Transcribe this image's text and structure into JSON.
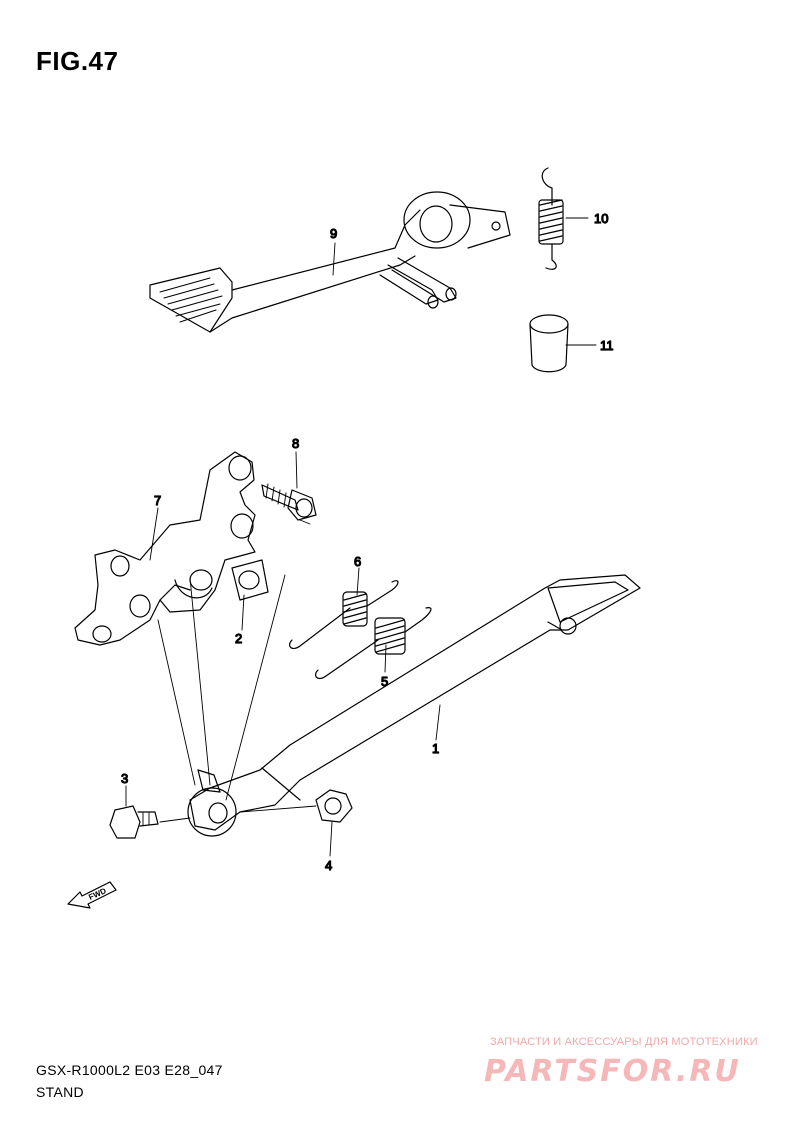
{
  "figure": {
    "title": "FIG.47"
  },
  "callouts": [
    {
      "id": "1",
      "label": "1"
    },
    {
      "id": "2",
      "label": "2"
    },
    {
      "id": "3",
      "label": "3"
    },
    {
      "id": "4",
      "label": "4"
    },
    {
      "id": "5",
      "label": "5"
    },
    {
      "id": "6",
      "label": "6"
    },
    {
      "id": "7",
      "label": "7"
    },
    {
      "id": "8",
      "label": "8"
    },
    {
      "id": "9",
      "label": "9"
    },
    {
      "id": "10",
      "label": "10"
    },
    {
      "id": "11",
      "label": "11"
    }
  ],
  "fwd_marker": {
    "label": "FWD",
    "icon": "fwd-arrow-icon"
  },
  "footer": {
    "model_code": "GSX-R1000L2 E03 E28_047",
    "section": "STAND"
  },
  "watermark": {
    "caption": "ЗАПЧАСТИ И АКСЕССУАРЫ ДЛЯ МОТОТЕХНИКИ",
    "logo": "PARTSFOR.RU",
    "color": "#f5b7b7"
  }
}
